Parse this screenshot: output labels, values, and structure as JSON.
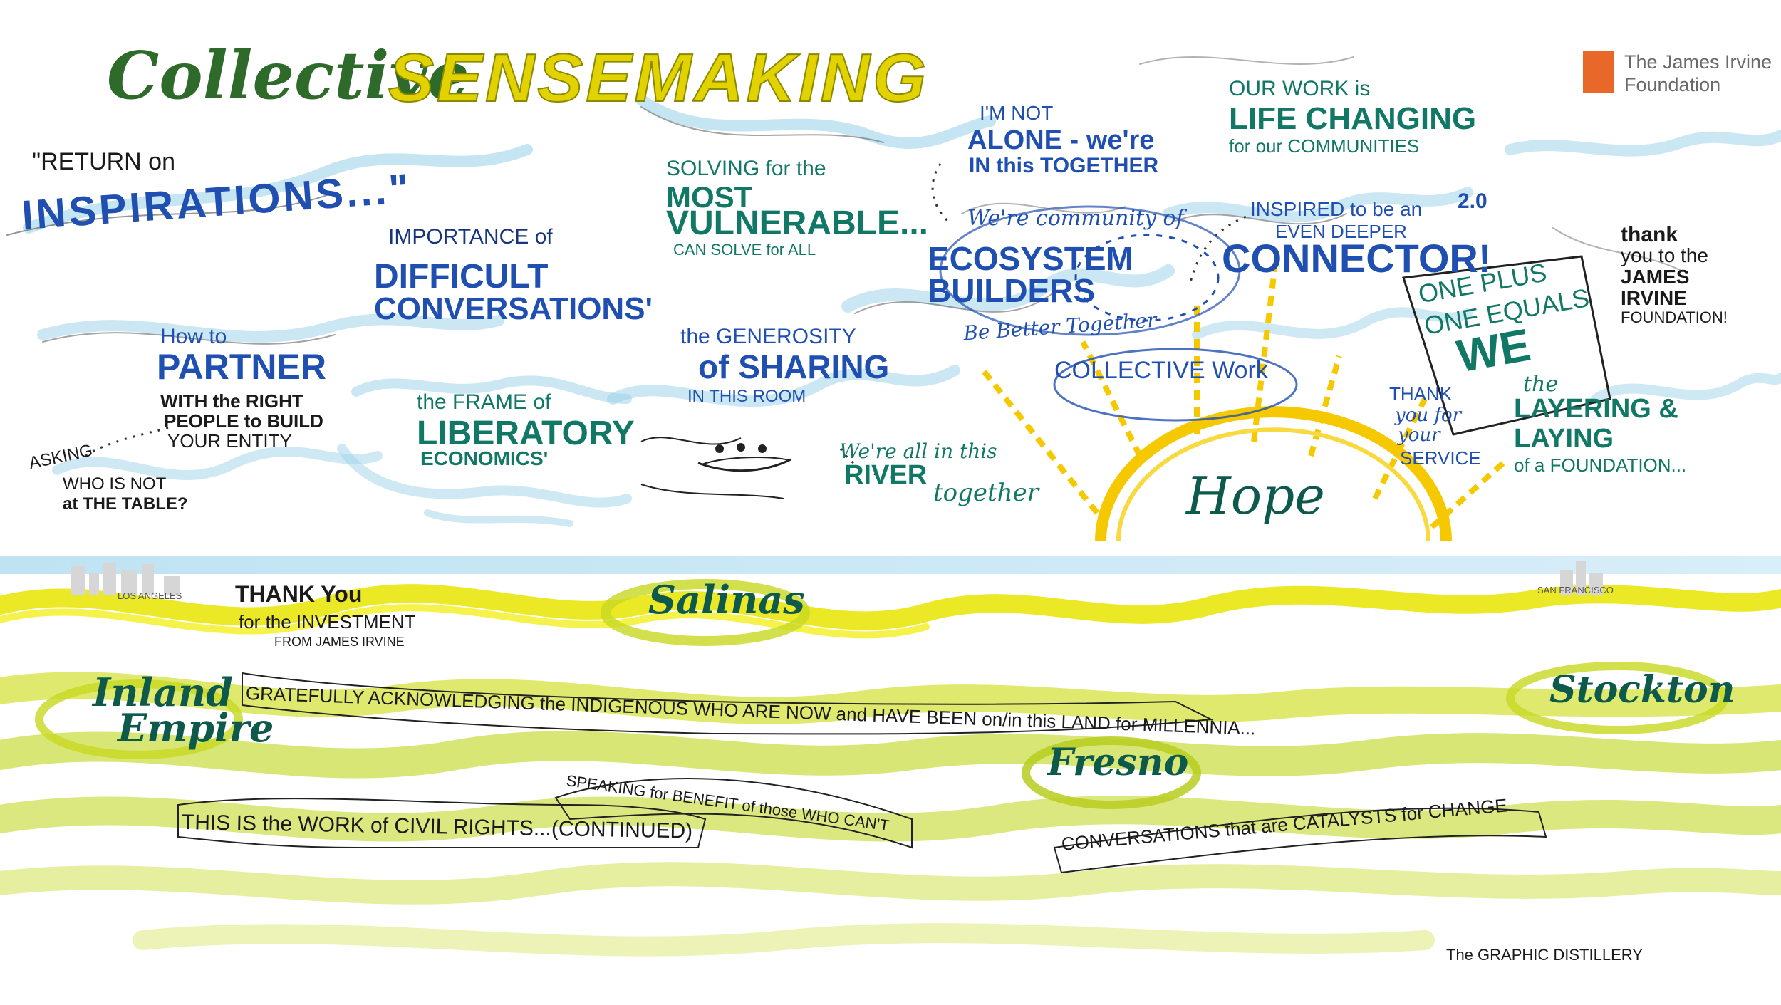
{
  "title": {
    "word1": "Collective",
    "word2": "SENSEMAKING"
  },
  "logo": {
    "line1": "The James Irvine",
    "line2": "Foundation",
    "accent": "#e8682a"
  },
  "colors": {
    "blue": "#1f4fb0",
    "teal": "#127866",
    "sun": "#f5c800",
    "river": "#c8dc3c",
    "wave": "#9fd3ea"
  },
  "top": {
    "return_line1": "\"RETURN on",
    "return_line2": "INSPIRATIONS...\"",
    "difficult_1": "IMPORTANCE of",
    "difficult_2": "DIFFICULT",
    "difficult_3": "CONVERSATIONS'",
    "vulnerable_1": "SOLVING for the",
    "vulnerable_2": "MOST",
    "vulnerable_3": "VULNERABLE...",
    "vulnerable_4": "CAN SOLVE for ALL",
    "alone_1": "I'M NOT",
    "alone_2": "ALONE - we're",
    "alone_3": "IN this TOGETHER",
    "life_1": "OUR WORK is",
    "life_2": "LIFE CHANGING",
    "life_3": "for our COMMUNITIES",
    "community": "We're community of",
    "ecosystem_1": "ECOSYSTEM",
    "ecosystem_2": "BUILDERS",
    "better": "Be Better Together",
    "inspired_1": "INSPIRED to be an",
    "inspired_2": "EVEN DEEPER",
    "inspired_3": "CONNECTOR!",
    "v2": "2.0",
    "one_1": "ONE PLUS",
    "one_2": "ONE EQUALS",
    "one_3": "WE",
    "thankyou_1": "thank",
    "thankyou_2": "you to the",
    "thankyou_3": "JAMES",
    "thankyou_4": "IRVINE",
    "thankyou_5": "FOUNDATION!",
    "partner_1": "How to",
    "partner_2": "PARTNER",
    "partner_3": "WITH the RIGHT",
    "partner_4": "PEOPLE to BUILD",
    "partner_5": "YOUR ENTITY",
    "asking_1": "ASKING",
    "asking_2": "WHO IS NOT",
    "asking_3": "at THE TABLE?",
    "frame_1": "the FRAME of",
    "frame_2": "LIBERATORY",
    "frame_3": "ECONOMICS'",
    "generosity_1": "the GENEROSITY",
    "generosity_2": "of SHARING",
    "generosity_3": "IN THIS ROOM",
    "river_1": "We're all in this",
    "river_2": "RIVER",
    "river_3": "together",
    "collective_work": "COLLECTIVE Work",
    "service_1": "THANK",
    "service_2": "you for",
    "service_3": "your",
    "service_4": "SERVICE",
    "layering_1": "the",
    "layering_2": "LAYERING &",
    "layering_3": "LAYING",
    "layering_4": "of a FOUNDATION...",
    "hope": "Hope"
  },
  "bottom": {
    "los_angeles": "LOS ANGELES",
    "san_francisco": "SAN FRANCISCO",
    "thanks_1": "THANK You",
    "thanks_2": "for the INVESTMENT",
    "thanks_3": "FROM JAMES IRVINE",
    "salinas": "Salinas",
    "inland_1": "Inland",
    "inland_2": "Empire",
    "stockton": "Stockton",
    "fresno": "Fresno",
    "acknowledge": "GRATEFULLY ACKNOWLEDGING the INDIGENOUS WHO ARE NOW and HAVE BEEN on/in this LAND for MILLENNIA...",
    "speaking": "SPEAKING for BENEFIT of those WHO CAN'T",
    "civil": "THIS IS the WORK of CIVIL RIGHTS...(CONTINUED)",
    "catalysts": "CONVERSATIONS that are CATALYSTS for CHANGE",
    "credit": "The GRAPHIC DISTILLERY"
  }
}
